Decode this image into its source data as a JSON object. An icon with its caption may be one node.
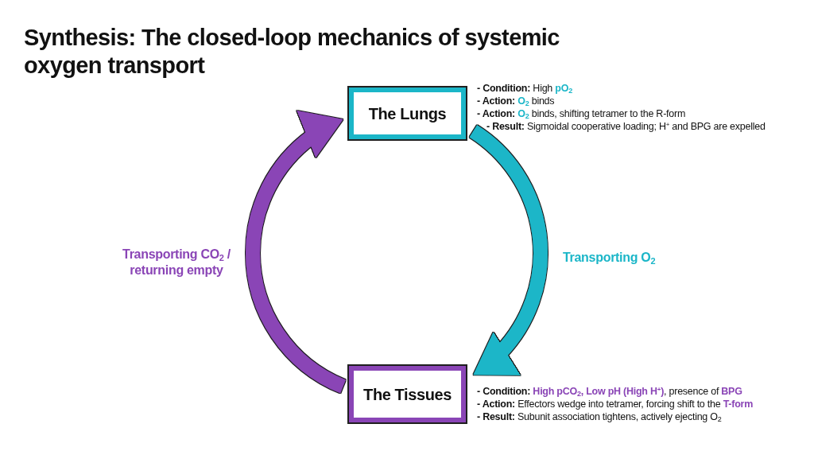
{
  "diagram": {
    "title": "Synthesis: The closed-loop mechanics of systemic oxygen transport",
    "nodes": [
      {
        "text": [
          "The Lungs"
        ],
        "beside": [
          "**- Condition:** High **pO$_{2}$**",
          "**- Action:** **O$_{2}$** binds",
          "**- Action:** **O$_{2}$** binds, shifting tetramer to the R-form",
          "**- Result:** Sigmoidal cooperative loading; H$^{+}$ and BPG are expelled"
        ]
      },
      {
        "text": [
          "The Tissues"
        ],
        "beside": [
          "**- Condition:** **High pCO$_{2}$, Low pH (High H$^{+}$)**, presence of **BPG**",
          "**- Action:** Effectors wedge into tetramer, forcing shift to the **T-form**",
          "**- Result:** Subunit association tightens, actively ejecting O$_{2}$"
        ]
      }
    ],
    "edges": [
      {
        "from": 0,
        "to": 1,
        "arrow": "to",
        "label": "Transporting O$_{2}$",
        "color": "#1bb6c8"
      },
      {
        "from": 1,
        "to": 0,
        "arrow": "to",
        "label": "Transporting CO$_{2}$ / returning empty",
        "color": "#8a45b6"
      }
    ]
  }
}
